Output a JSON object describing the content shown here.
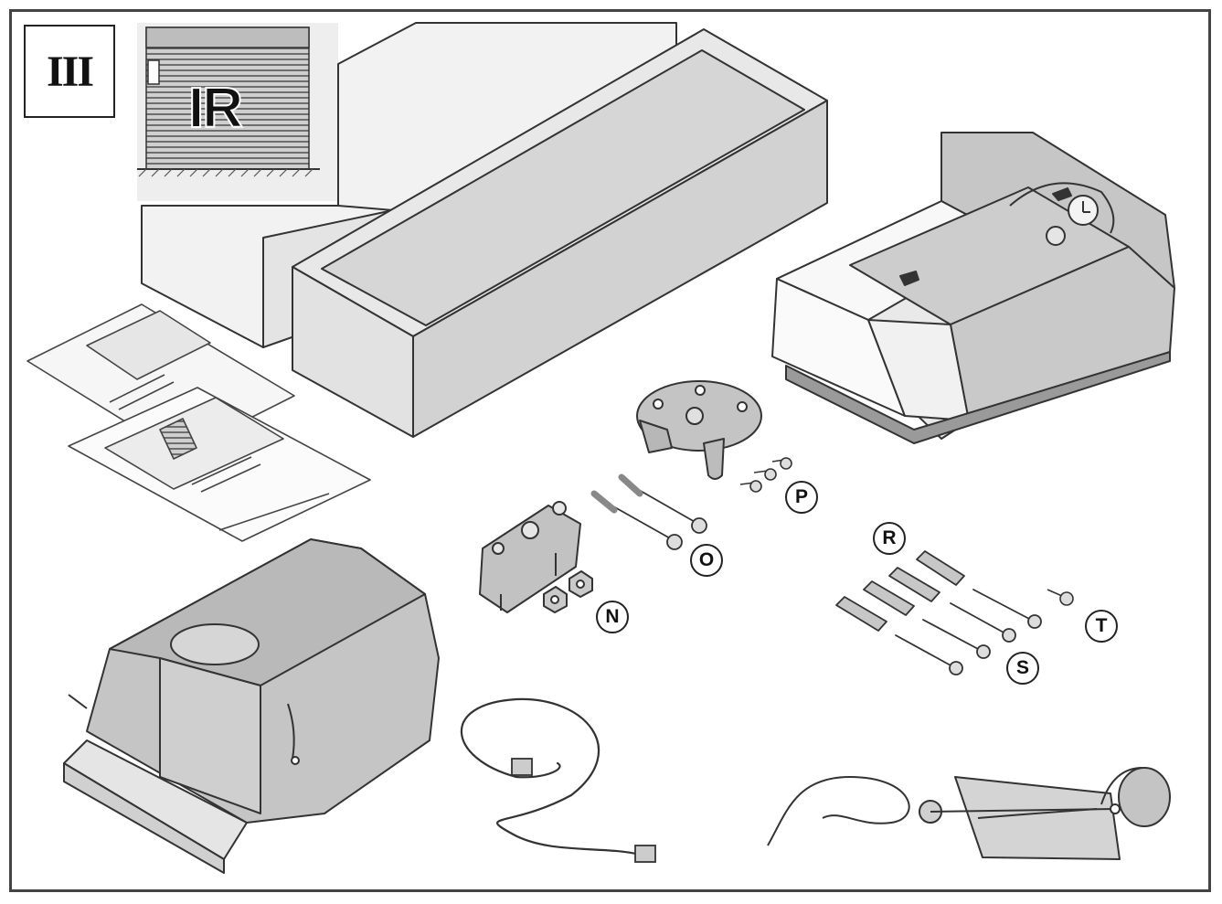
{
  "step_marker": "III",
  "door_badge": "IR",
  "part_labels": {
    "n": "N",
    "o": "O",
    "p": "P",
    "r": "R",
    "s": "S",
    "t": "T"
  },
  "colors": {
    "line": "#222222",
    "fill_dark": "#c9c9c9",
    "fill_mid": "#dedede",
    "fill_light": "#f0f0f0",
    "background": "#ffffff"
  }
}
